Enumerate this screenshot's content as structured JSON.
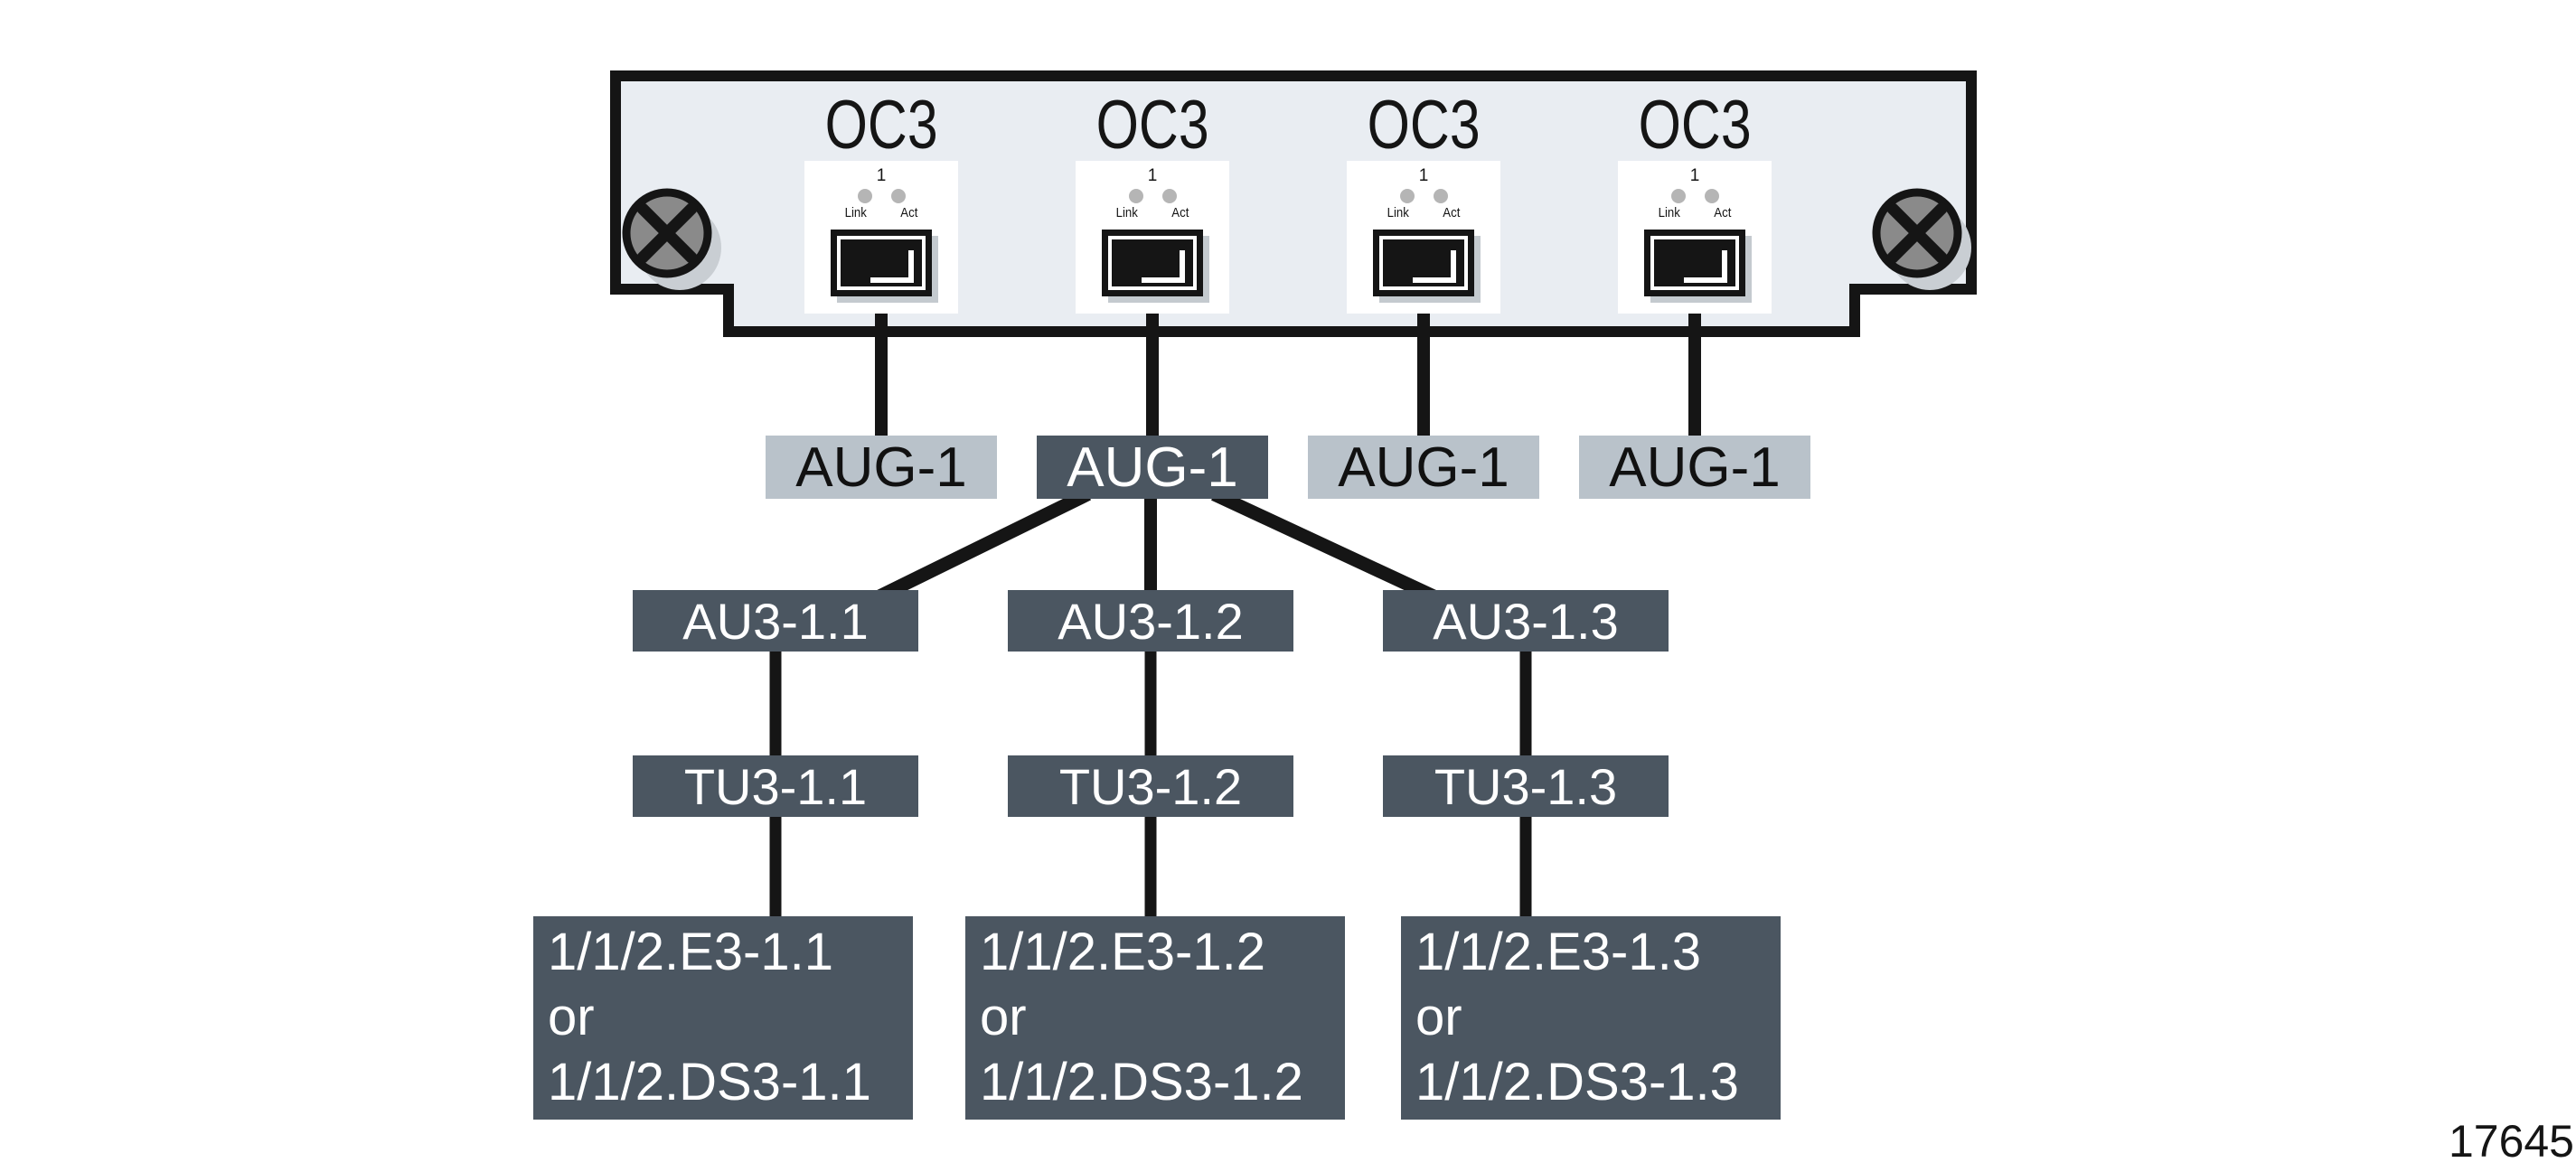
{
  "figure_number": "17645",
  "faceplate": {
    "ports": [
      {
        "title": "OC3",
        "number": "1",
        "link_label": "Link",
        "act_label": "Act"
      },
      {
        "title": "OC3",
        "number": "1",
        "link_label": "Link",
        "act_label": "Act"
      },
      {
        "title": "OC3",
        "number": "1",
        "link_label": "Link",
        "act_label": "Act"
      },
      {
        "title": "OC3",
        "number": "1",
        "link_label": "Link",
        "act_label": "Act"
      }
    ]
  },
  "hierarchy": {
    "aug_boxes": [
      {
        "label": "AUG-1",
        "highlighted": false
      },
      {
        "label": "AUG-1",
        "highlighted": true
      },
      {
        "label": "AUG-1",
        "highlighted": false
      },
      {
        "label": "AUG-1",
        "highlighted": false
      }
    ],
    "au3_boxes": [
      {
        "label": "AU3-1.1"
      },
      {
        "label": "AU3-1.2"
      },
      {
        "label": "AU3-1.3"
      }
    ],
    "tu3_boxes": [
      {
        "label": "TU3-1.1"
      },
      {
        "label": "TU3-1.2"
      },
      {
        "label": "TU3-1.3"
      }
    ],
    "channel_boxes": [
      {
        "line1": "1/1/2.E3-1.1",
        "line2": "or",
        "line3": "1/1/2.DS3-1.1"
      },
      {
        "line1": "1/1/2.E3-1.2",
        "line2": "or",
        "line3": "1/1/2.DS3-1.2"
      },
      {
        "line1": "1/1/2.E3-1.3",
        "line2": "or",
        "line3": "1/1/2.DS3-1.3"
      }
    ]
  },
  "colors": {
    "box_light": "#b9c2ca",
    "box_dark": "#4b5661",
    "faceplate_fill": "#e9edf2",
    "led_gray": "#b5b5b5",
    "line_black": "#151515",
    "screw_gray": "#8a8a8a"
  }
}
